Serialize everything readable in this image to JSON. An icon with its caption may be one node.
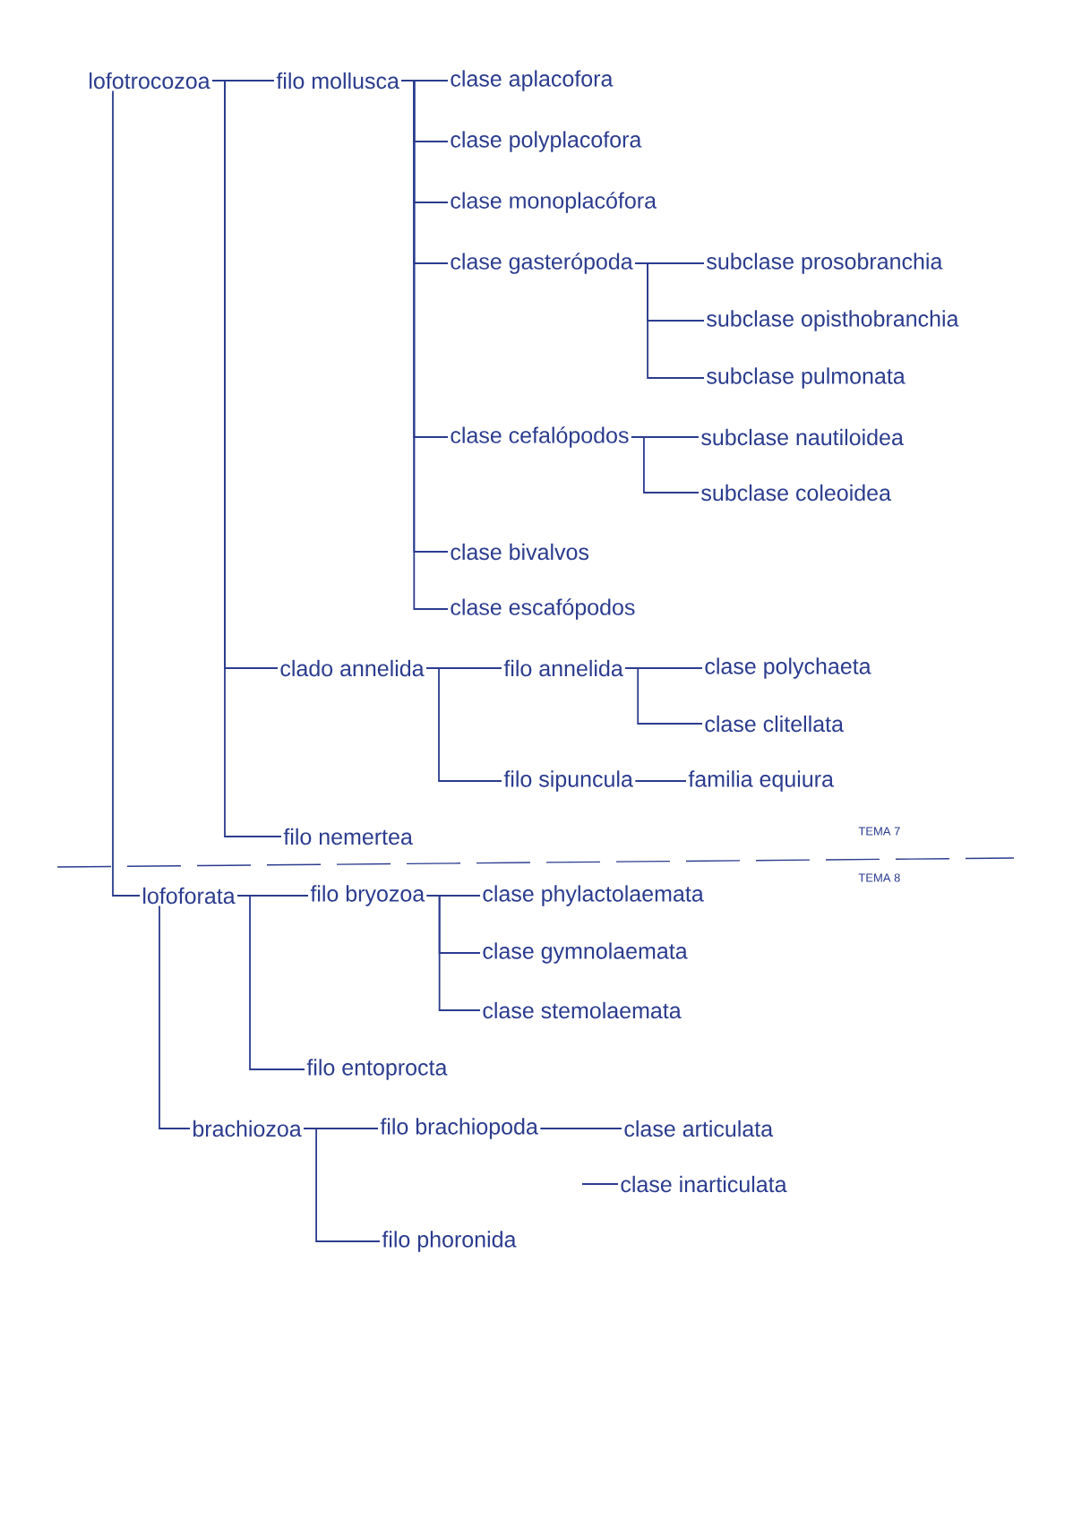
{
  "diagram": {
    "nodes": [
      {
        "text": [
          "lofotrocozoa"
        ]
      },
      {
        "text": [
          "filo mollusca"
        ]
      },
      {
        "text": [
          "clase aplacofora"
        ]
      },
      {
        "text": [
          "clase polyplacofora"
        ]
      },
      {
        "text": [
          "clase monoplacófora"
        ]
      },
      {
        "text": [
          "clase gasterópoda"
        ]
      },
      {
        "text": [
          "subclase prosobranchia"
        ]
      },
      {
        "text": [
          "subclase opisthobranchia"
        ]
      },
      {
        "text": [
          "subclase pulmonata"
        ]
      },
      {
        "text": [
          "clase cefalópodos"
        ]
      },
      {
        "text": [
          "subclase nautiloidea"
        ]
      },
      {
        "text": [
          "subclase coleoidea"
        ]
      },
      {
        "text": [
          "clase bivalvos"
        ]
      },
      {
        "text": [
          "clase escafópodos"
        ]
      },
      {
        "text": [
          "clado annelida"
        ]
      },
      {
        "text": [
          "filo annelida"
        ]
      },
      {
        "text": [
          "clase polychaeta"
        ]
      },
      {
        "text": [
          "clase clitellata"
        ]
      },
      {
        "text": [
          "filo sipuncula"
        ]
      },
      {
        "text": [
          "familia equiura"
        ]
      },
      {
        "text": [
          "filo nemertea"
        ]
      },
      {
        "text": [
          "lofoforata"
        ]
      },
      {
        "text": [
          "filo bryozoa"
        ]
      },
      {
        "text": [
          "clase phylactolaemata"
        ]
      },
      {
        "text": [
          "clase gymnolaemata"
        ]
      },
      {
        "text": [
          "clase stemolaemata"
        ]
      },
      {
        "text": [
          "filo entoprocta"
        ]
      },
      {
        "text": [
          "brachiozoa"
        ]
      },
      {
        "text": [
          "filo brachiopoda"
        ]
      },
      {
        "text": [
          "clase articulata"
        ]
      },
      {
        "text": [
          "clase inarticulata"
        ]
      },
      {
        "text": [
          "filo phoronida"
        ]
      }
    ],
    "edges": [
      {
        "from": 0,
        "to": 1,
        "arrow": "none"
      },
      {
        "from": 0,
        "to": 14,
        "arrow": "none"
      },
      {
        "from": 0,
        "to": 20,
        "arrow": "none"
      },
      {
        "from": 0,
        "to": 21,
        "arrow": "none"
      },
      {
        "from": 1,
        "to": 2,
        "arrow": "none"
      },
      {
        "from": 1,
        "to": 3,
        "arrow": "none"
      },
      {
        "from": 1,
        "to": 4,
        "arrow": "none"
      },
      {
        "from": 1,
        "to": 5,
        "arrow": "none"
      },
      {
        "from": 1,
        "to": 9,
        "arrow": "none"
      },
      {
        "from": 1,
        "to": 12,
        "arrow": "none"
      },
      {
        "from": 1,
        "to": 13,
        "arrow": "none"
      },
      {
        "from": 5,
        "to": 6,
        "arrow": "none"
      },
      {
        "from": 5,
        "to": 7,
        "arrow": "none"
      },
      {
        "from": 5,
        "to": 8,
        "arrow": "none"
      },
      {
        "from": 9,
        "to": 10,
        "arrow": "none"
      },
      {
        "from": 9,
        "to": 11,
        "arrow": "none"
      },
      {
        "from": 14,
        "to": 15,
        "arrow": "none"
      },
      {
        "from": 14,
        "to": 18,
        "arrow": "none"
      },
      {
        "from": 15,
        "to": 16,
        "arrow": "none"
      },
      {
        "from": 15,
        "to": 17,
        "arrow": "none"
      },
      {
        "from": 18,
        "to": 19,
        "arrow": "none"
      },
      {
        "from": 21,
        "to": 22,
        "arrow": "none"
      },
      {
        "from": 21,
        "to": 26,
        "arrow": "none"
      },
      {
        "from": 21,
        "to": 27,
        "arrow": "none"
      },
      {
        "from": 22,
        "to": 23,
        "arrow": "none"
      },
      {
        "from": 22,
        "to": 24,
        "arrow": "none"
      },
      {
        "from": 22,
        "to": 25,
        "arrow": "none"
      },
      {
        "from": 27,
        "to": 28,
        "arrow": "none"
      },
      {
        "from": 27,
        "to": 31,
        "arrow": "none"
      },
      {
        "from": 28,
        "to": 29,
        "arrow": "none"
      },
      {
        "from": null,
        "to": 30,
        "arrow": "none"
      }
    ],
    "labels": [
      "TEMA 7",
      "TEMA 8"
    ]
  }
}
